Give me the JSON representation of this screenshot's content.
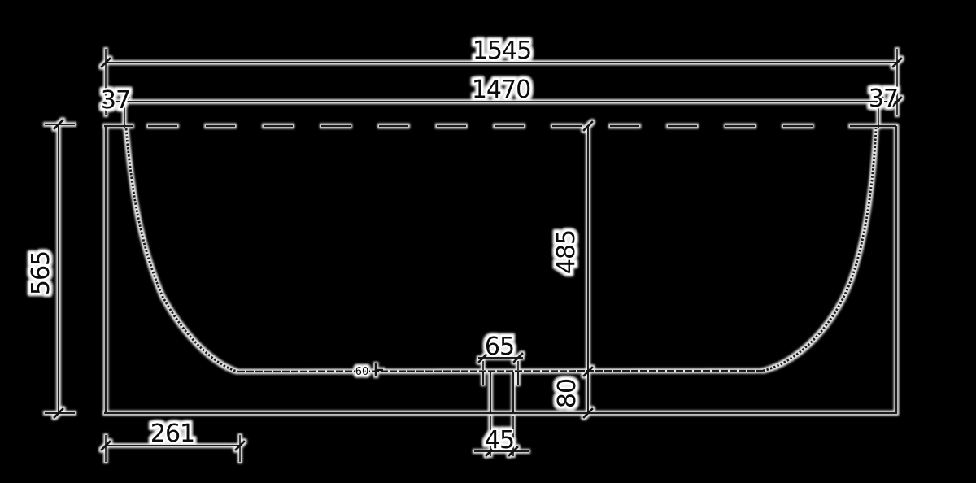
{
  "canvas": {
    "background": "#000000",
    "line_color": "#1f1f1f",
    "halo_color": "#ffffff",
    "text_color": "#0c0c0c"
  },
  "dimensions": {
    "overall_length": "1545",
    "inner_rim_length": "1470",
    "rim_offset_left": "37",
    "rim_offset_right": "37",
    "overall_height": "565",
    "inner_depth": "485",
    "base_gap_height": "80",
    "drain_flange_width": "65",
    "drain_outlet_width": "45",
    "floor_start_offset": "261",
    "floor_center_mark": "60"
  }
}
